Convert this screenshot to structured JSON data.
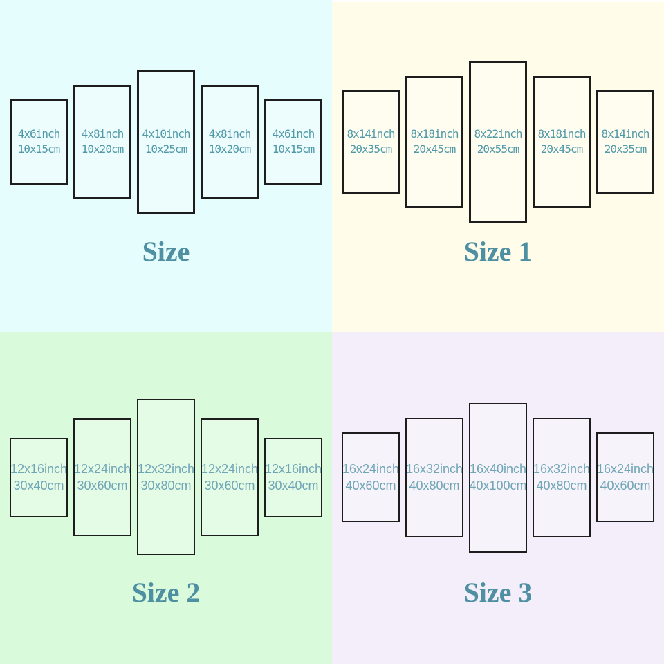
{
  "page": {
    "description": "5-piece canvas wall art size chart with four size options",
    "panel_count_per_set": 5
  },
  "colors": {
    "quadrant1_bg": "#e5fdfc",
    "quadrant2_bg": "#fffdea",
    "quadrant3_bg": "#d9fbdc",
    "quadrant4_bg": "#f3eef9",
    "panel_border": "#1d1d1d",
    "label_top_quadrants": "#4f99a8",
    "label_bottom_quadrants": "#70a5b6",
    "title_color": "#4e90a2",
    "top_edge_strip": "#ffffff"
  },
  "quadrants": [
    {
      "title": "Size",
      "bg": "#e5fdfc",
      "panels": [
        {
          "inch": "4x6inch",
          "cm": "10x15cm"
        },
        {
          "inch": "4x8inch",
          "cm": "10x20cm"
        },
        {
          "inch": "4x10inch",
          "cm": "10x25cm"
        },
        {
          "inch": "4x8inch",
          "cm": "10x20cm"
        },
        {
          "inch": "4x6inch",
          "cm": "10x15cm"
        }
      ]
    },
    {
      "title": "Size 1",
      "bg": "#fffdea",
      "panels": [
        {
          "inch": "8x14inch",
          "cm": "20x35cm"
        },
        {
          "inch": "8x18inch",
          "cm": "20x45cm"
        },
        {
          "inch": "8x22inch",
          "cm": "20x55cm"
        },
        {
          "inch": "8x18inch",
          "cm": "20x45cm"
        },
        {
          "inch": "8x14inch",
          "cm": "20x35cm"
        }
      ]
    },
    {
      "title": "Size 2",
      "bg": "#d9fbdc",
      "panels": [
        {
          "inch": "12x16inch",
          "cm": "30x40cm"
        },
        {
          "inch": "12x24inch",
          "cm": "30x60cm"
        },
        {
          "inch": "12x32inch",
          "cm": "30x80cm"
        },
        {
          "inch": "12x24inch",
          "cm": "30x60cm"
        },
        {
          "inch": "12x16inch",
          "cm": "30x40cm"
        }
      ]
    },
    {
      "title": "Size 3",
      "bg": "#f3eef9",
      "panels": [
        {
          "inch": "16x24inch",
          "cm": "40x60cm"
        },
        {
          "inch": "16x32inch",
          "cm": "40x80cm"
        },
        {
          "inch": "16x40inch",
          "cm": "40x100cm"
        },
        {
          "inch": "16x32inch",
          "cm": "40x80cm"
        },
        {
          "inch": "16x24inch",
          "cm": "40x60cm"
        }
      ]
    }
  ]
}
